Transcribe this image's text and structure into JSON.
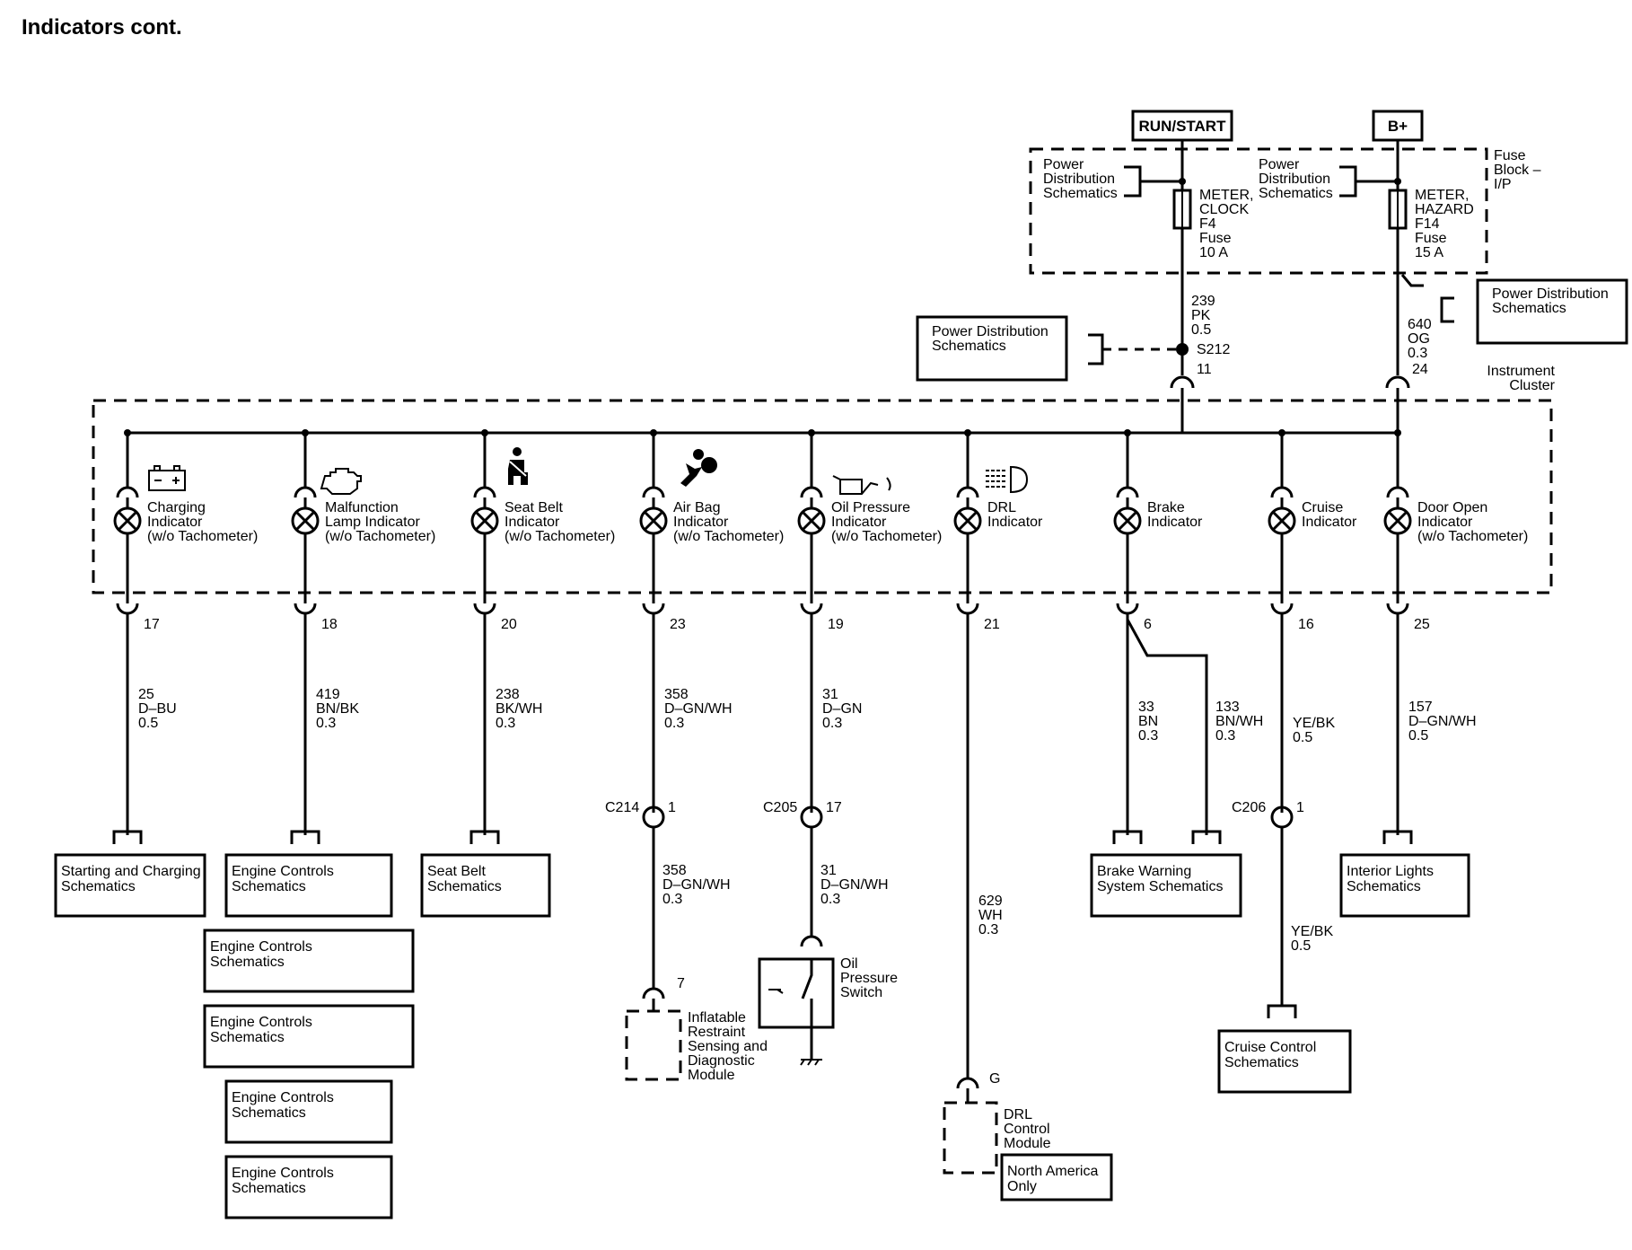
{
  "title": "Indicators cont.",
  "power": {
    "run_start": "RUN/START",
    "b_plus": "B+",
    "fuse_block_label": [
      "Fuse",
      "Block –",
      "I/P"
    ],
    "pds_left": [
      "Power",
      "Distribution",
      "Schematics"
    ],
    "pds_right": [
      "Power",
      "Distribution",
      "Schematics"
    ],
    "fuse_f4": [
      "METER,",
      "CLOCK",
      "F4",
      "Fuse",
      "10 A"
    ],
    "fuse_f14": [
      "METER,",
      "HAZARD",
      "F14",
      "Fuse",
      "15 A"
    ],
    "wire_239": [
      "239",
      "PK",
      "0.5"
    ],
    "wire_640": [
      "640",
      "OG",
      "0.3"
    ],
    "splice": "S212",
    "splice_ref": [
      "Power Distribution",
      "Schematics"
    ],
    "b_plus_ref": [
      "Power Distribution",
      "Schematics"
    ],
    "pin_11": "11",
    "pin_24": "24",
    "cluster_label": [
      "Instrument",
      "Cluster"
    ]
  },
  "indicators": [
    {
      "label": [
        "Charging",
        "Indicator",
        "(w/o Tachometer)"
      ],
      "icon": "battery-icon",
      "pin": "17",
      "wire": [
        "25",
        "D–BU",
        "0.5"
      ]
    },
    {
      "label": [
        "Malfunction",
        "Lamp Indicator",
        "(w/o Tachometer)"
      ],
      "icon": "engine-icon",
      "pin": "18",
      "wire": [
        "419",
        "BN/BK",
        "0.3"
      ]
    },
    {
      "label": [
        "Seat Belt",
        "Indicator",
        "(w/o Tachometer)"
      ],
      "icon": "seatbelt-icon",
      "pin": "20",
      "wire": [
        "238",
        "BK/WH",
        "0.3"
      ]
    },
    {
      "label": [
        "Air Bag",
        "Indicator",
        "(w/o Tachometer)"
      ],
      "icon": "airbag-icon",
      "pin": "23",
      "wire": [
        "358",
        "D–GN/WH",
        "0.3"
      ]
    },
    {
      "label": [
        "Oil Pressure",
        "Indicator",
        "(w/o Tachometer)"
      ],
      "icon": "oil-can-icon",
      "pin": "19",
      "wire": [
        "31",
        "D–GN",
        "0.3"
      ]
    },
    {
      "label": [
        "DRL",
        "Indicator"
      ],
      "icon": "headlight-icon",
      "pin": "21",
      "wire": [
        "629",
        "WH",
        "0.3"
      ]
    },
    {
      "label": [
        "Brake",
        "Indicator"
      ],
      "icon": "",
      "pin": "6",
      "wire": [
        "33",
        "BN",
        "0.3"
      ]
    },
    {
      "label": [
        "Cruise",
        "Indicator"
      ],
      "icon": "",
      "pin": "16",
      "wire": [
        "YE/BK",
        "0.5"
      ]
    },
    {
      "label": [
        "Door Open",
        "Indicator",
        "(w/o Tachometer)"
      ],
      "icon": "",
      "pin": "25",
      "wire": [
        "157",
        "D–GN/WH",
        "0.5"
      ]
    }
  ],
  "brake_branch_wire": [
    "133",
    "BN/WH",
    "0.3"
  ],
  "connectors": {
    "c214": {
      "name": "C214",
      "pin": "1",
      "wire": [
        "358",
        "D–GN/WH",
        "0.3"
      ]
    },
    "c205": {
      "name": "C205",
      "pin": "17",
      "wire": [
        "31",
        "D–GN/WH",
        "0.3"
      ]
    },
    "c206": {
      "name": "C206",
      "pin": "1",
      "wire": [
        "YE/BK",
        "0.5"
      ]
    }
  },
  "modules": {
    "sdm": {
      "pin": "7",
      "label": [
        "Inflatable",
        "Restraint",
        "Sensing and",
        "Diagnostic",
        "Module"
      ]
    },
    "oil_switch": {
      "label": [
        "Oil",
        "Pressure",
        "Switch"
      ]
    },
    "drl": {
      "pin": "G",
      "label": [
        "DRL",
        "Control",
        "Module"
      ]
    },
    "north_america": [
      "North America",
      "Only"
    ]
  },
  "references": {
    "starting_charging": [
      "Starting and Charging",
      "Schematics"
    ],
    "engine_controls": [
      "Engine Controls",
      "Schematics"
    ],
    "seat_belt": [
      "Seat Belt",
      "Schematics"
    ],
    "brake_warning": [
      "Brake Warning",
      "System Schematics"
    ],
    "interior_lights": [
      "Interior Lights",
      "Schematics"
    ],
    "cruise_control": [
      "Cruise Control",
      "Schematics"
    ]
  }
}
